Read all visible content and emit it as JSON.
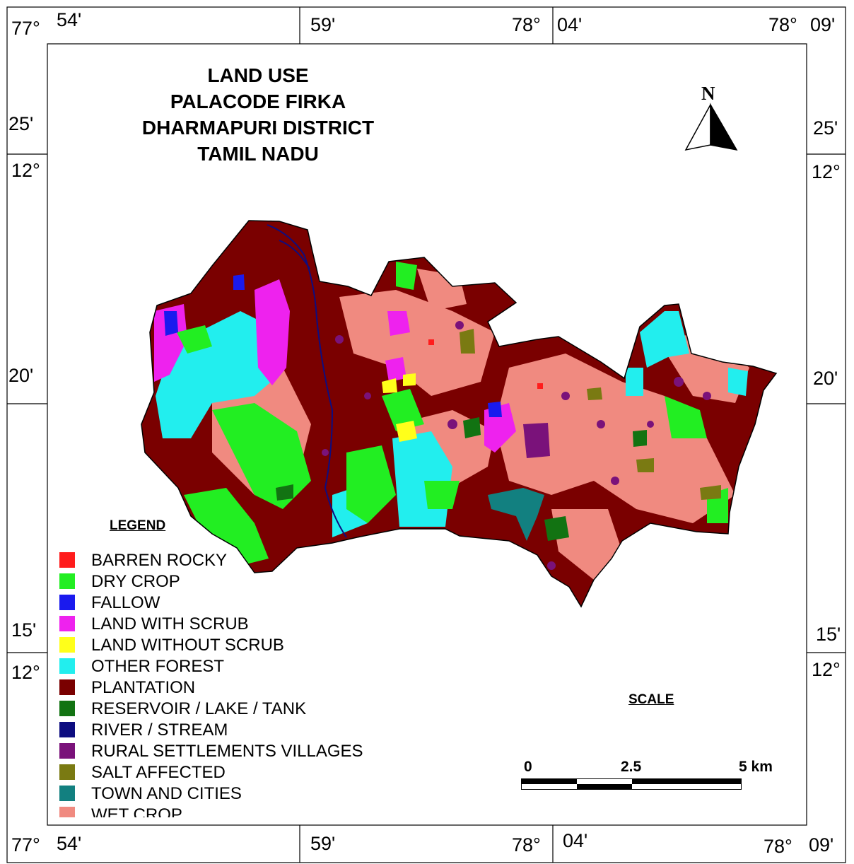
{
  "map_title": [
    "LAND USE",
    "PALACODE FIRKA",
    "DHARMAPURI DISTRICT",
    "TAMIL NADU"
  ],
  "north_label": "N",
  "graticule": {
    "top": {
      "left_deg": "77°",
      "left_min": "54'",
      "mid": "59'",
      "deg78": "78°",
      "min04": "04'",
      "right_deg": "78°",
      "right_min": "09'"
    },
    "bottom": {
      "left_deg": "77°",
      "left_min": "54'",
      "mid": "59'",
      "deg78": "78°",
      "min04": "04'",
      "right_deg": "78°",
      "right_min": "09'"
    },
    "left": {
      "min25": "25'",
      "deg12_top": "12°",
      "min20": "20'",
      "min15": "15'",
      "deg12_bottom": "12°"
    },
    "right": {
      "min25": "25'",
      "deg12_top": "12°",
      "min20": "20'",
      "min15": "15'",
      "deg12_bottom": "12°"
    }
  },
  "legend": {
    "title": "LEGEND",
    "items": [
      {
        "label": "BARREN ROCKY",
        "color": "#ff1c1c"
      },
      {
        "label": "DRY CROP",
        "color": "#22ee22"
      },
      {
        "label": "FALLOW",
        "color": "#1a1aee"
      },
      {
        "label": "LAND WITH SCRUB",
        "color": "#ee22ee"
      },
      {
        "label": "LAND WITHOUT SCRUB",
        "color": "#ffff1a"
      },
      {
        "label": "OTHER FOREST",
        "color": "#22eeee"
      },
      {
        "label": "PLANTATION",
        "color": "#7a0000"
      },
      {
        "label": "RESERVOIR / LAKE / TANK",
        "color": "#127312"
      },
      {
        "label": "RIVER / STREAM",
        "color": "#0d0d80"
      },
      {
        "label": "RURAL SETTLEMENTS VILLAGES",
        "color": "#7a127a"
      },
      {
        "label": "SALT AFFECTED",
        "color": "#7a7a12"
      },
      {
        "label": "TOWN AND CITIES",
        "color": "#128080"
      },
      {
        "label": "WET CROP",
        "color": "#f08a80"
      }
    ]
  },
  "scale": {
    "title": "SCALE",
    "labels": [
      "0",
      "2.5",
      "5 km"
    ]
  }
}
